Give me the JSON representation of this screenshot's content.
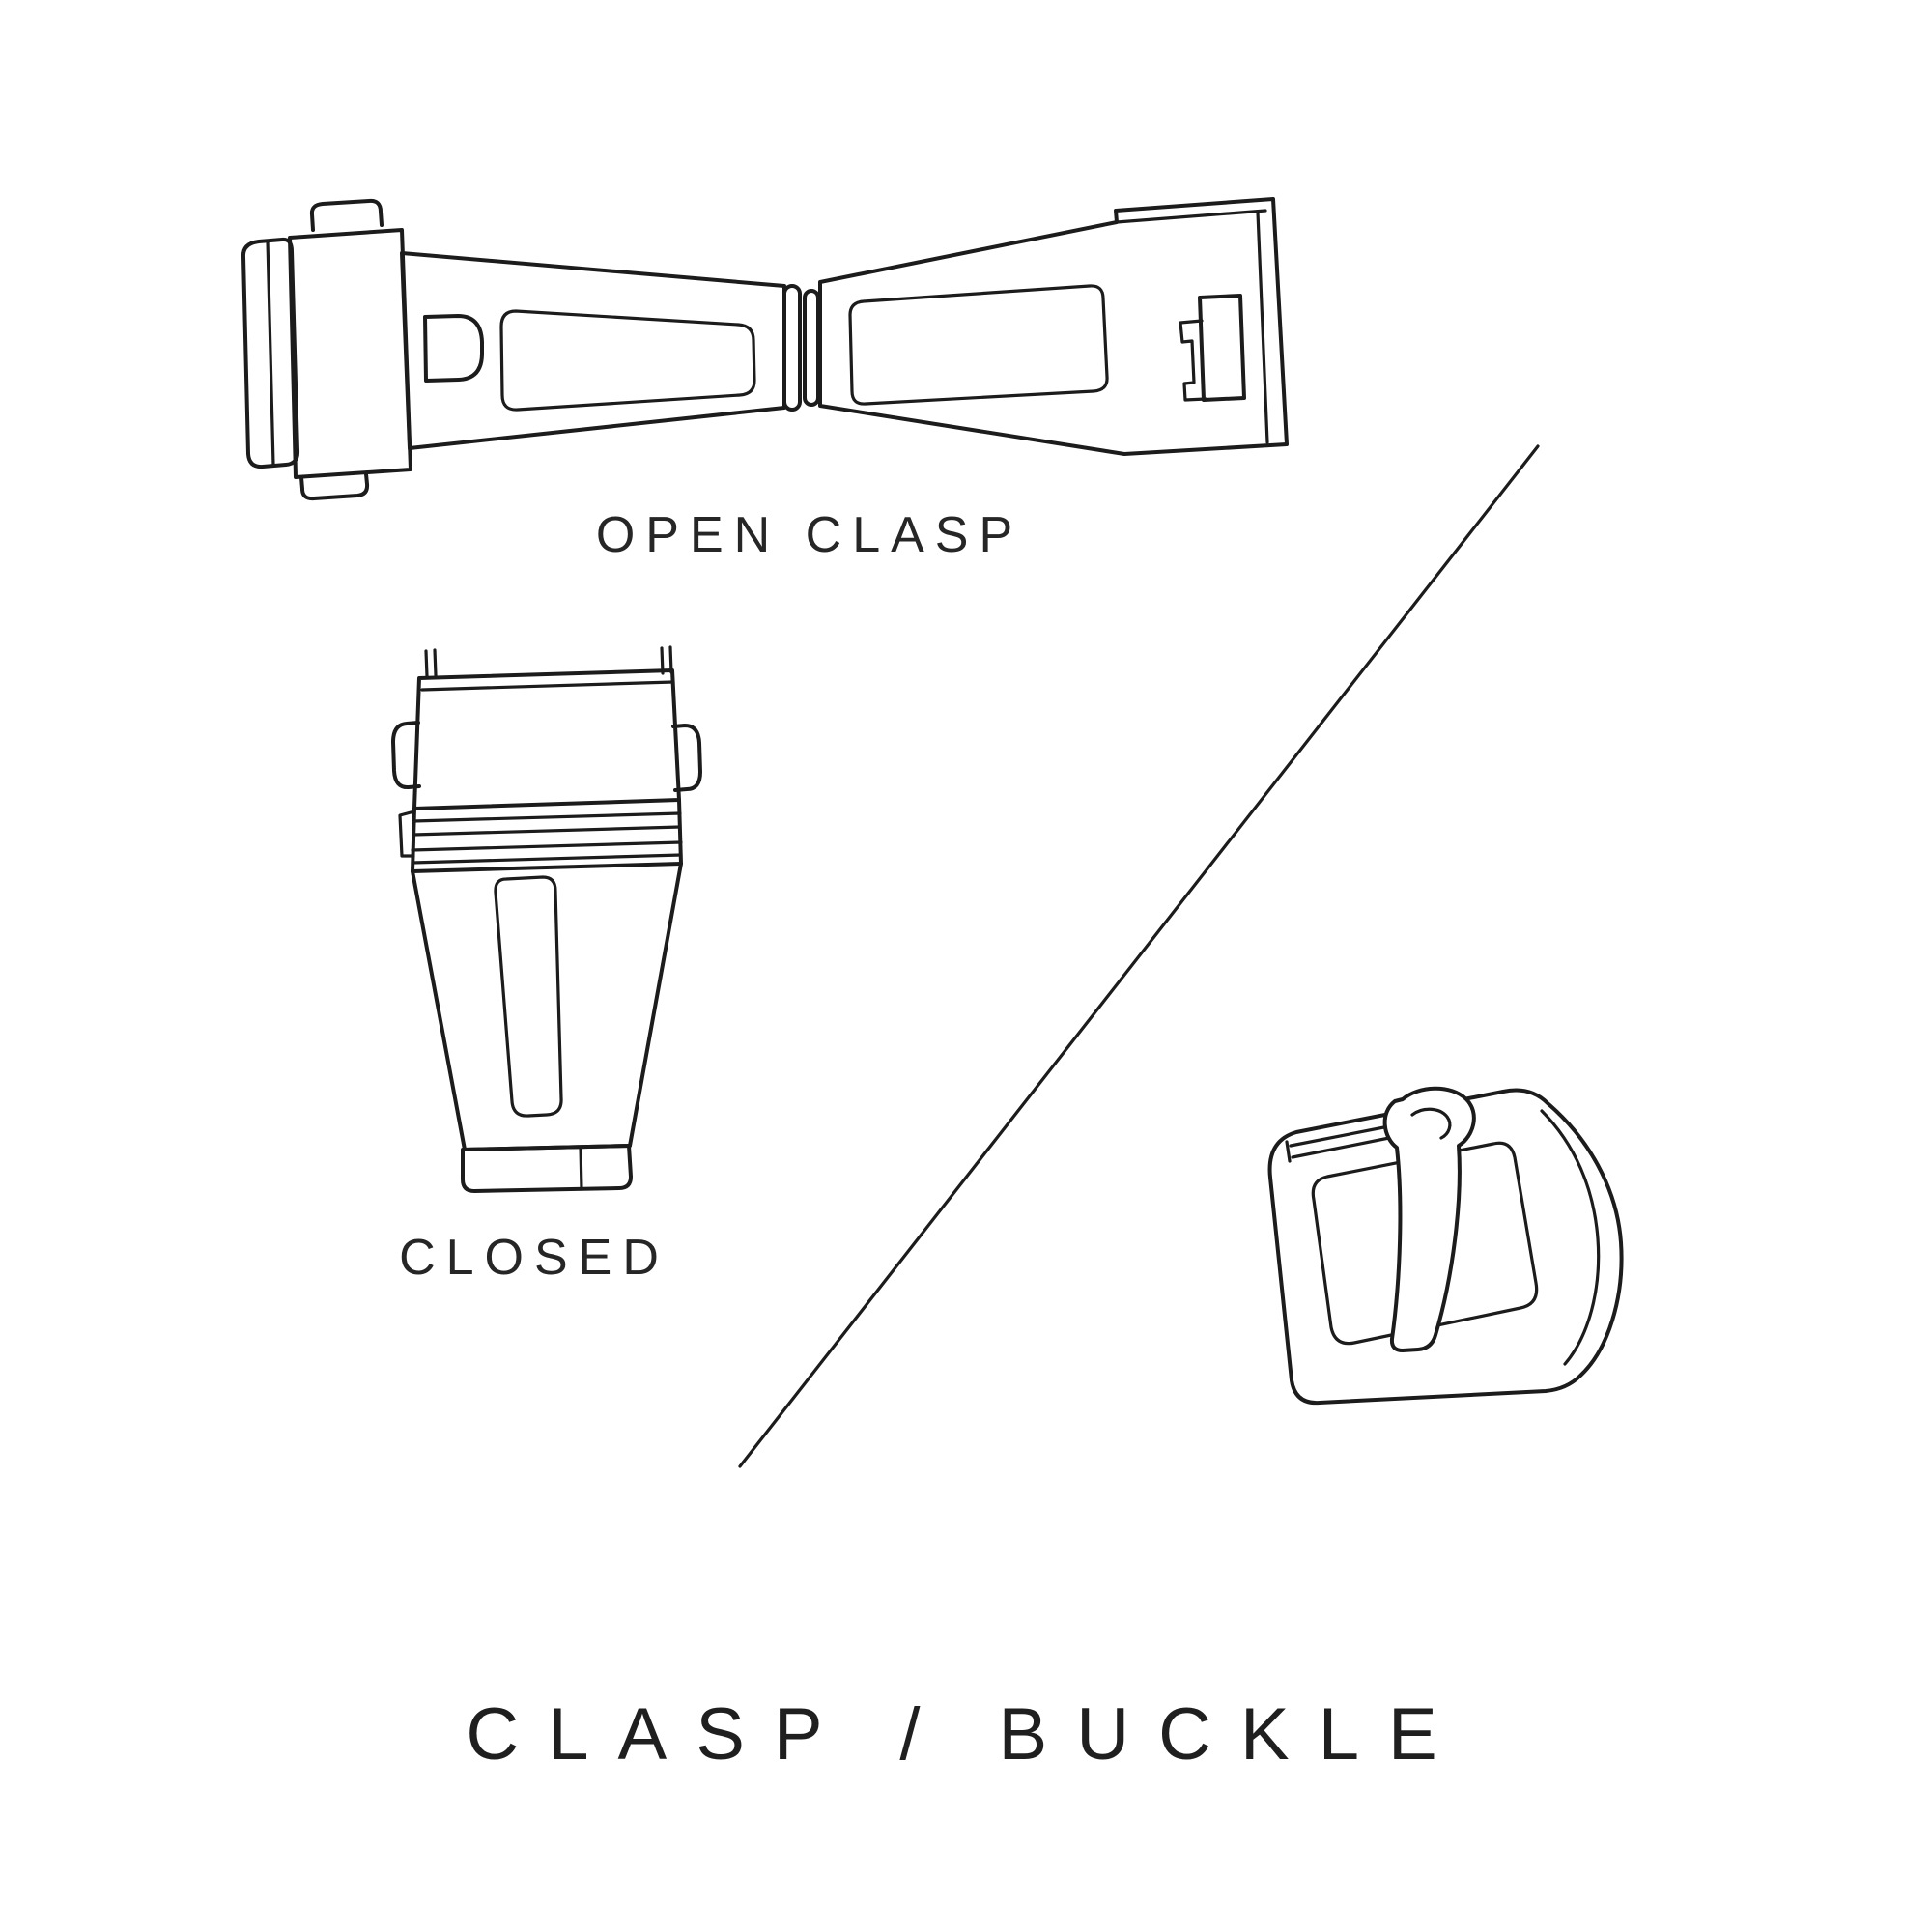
{
  "figure": {
    "title": "CLASP / BUCKLE",
    "items": [
      {
        "id": "open-clasp",
        "label": "OPEN CLASP"
      },
      {
        "id": "closed-clasp",
        "label": "CLOSED"
      },
      {
        "id": "buckle",
        "label": ""
      }
    ]
  },
  "colors": {
    "background": "#ffffff",
    "line": "#1c1c1c",
    "text": "#262626"
  }
}
